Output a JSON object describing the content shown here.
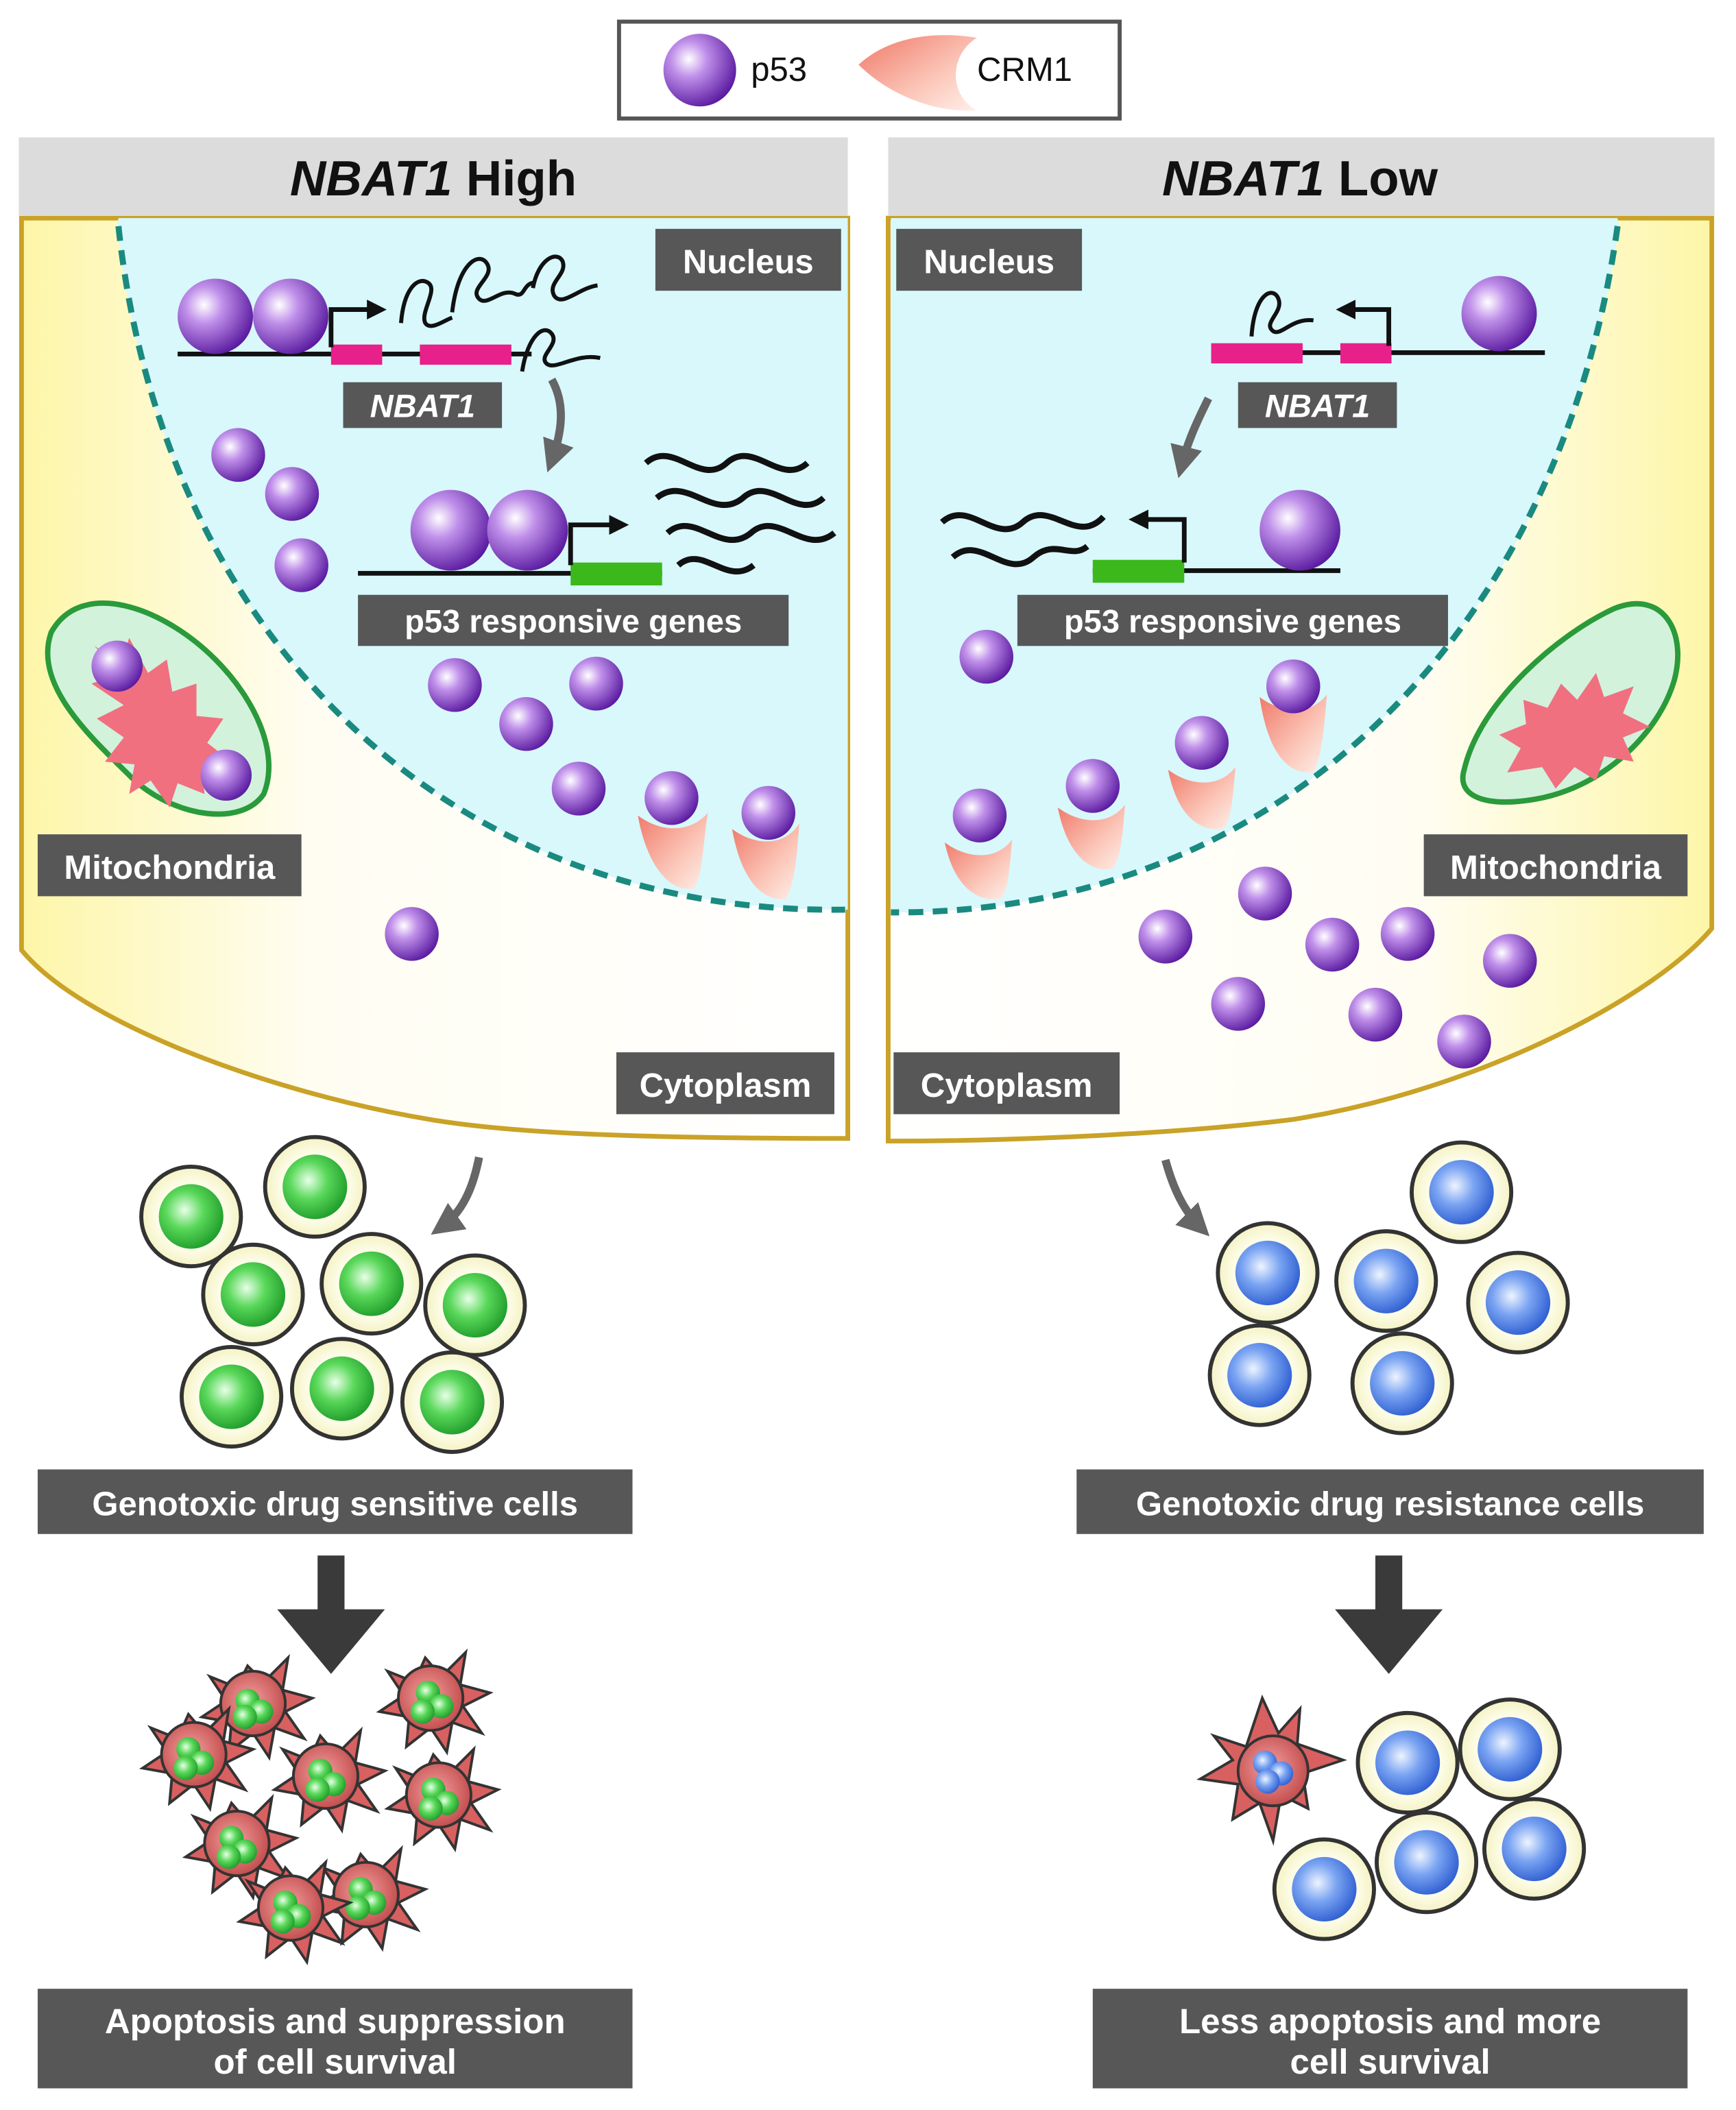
{
  "legend": {
    "p53": "p53",
    "crm1": "CRM1"
  },
  "left": {
    "header_gene": "NBAT1",
    "header_level": "High",
    "nucleus": "Nucleus",
    "gene_label": "NBAT1",
    "responsive_genes": "p53 responsive genes",
    "mitochondria": "Mitochondria",
    "cytoplasm": "Cytoplasm",
    "cells_label": "Genotoxic drug sensitive cells",
    "outcome_line1": "Apoptosis and suppression",
    "outcome_line2": "of cell survival"
  },
  "right": {
    "header_gene": "NBAT1",
    "header_level": "Low",
    "nucleus": "Nucleus",
    "gene_label": "NBAT1",
    "responsive_genes": "p53 responsive genes",
    "mitochondria": "Mitochondria",
    "cytoplasm": "Cytoplasm",
    "cells_label": "Genotoxic drug resistance cells",
    "outcome_line1": "Less apoptosis and more",
    "outcome_line2": "cell survival"
  },
  "colors": {
    "label_bg": "#575757",
    "header_bg": "#dcdcdc",
    "cell_border": "#c9a227",
    "nucleus_fill": "#d8f8fc",
    "nucleus_border": "#1a8a80",
    "gene_pink": "#e8208a",
    "gene_green": "#3cb81c",
    "p53_purple": "#8a3fc8",
    "crm1_salmon": "#f6a090",
    "sensitive_green": "#3ccc46",
    "resistant_blue": "#4a7ee8",
    "apoptotic_red": "#d86060"
  }
}
